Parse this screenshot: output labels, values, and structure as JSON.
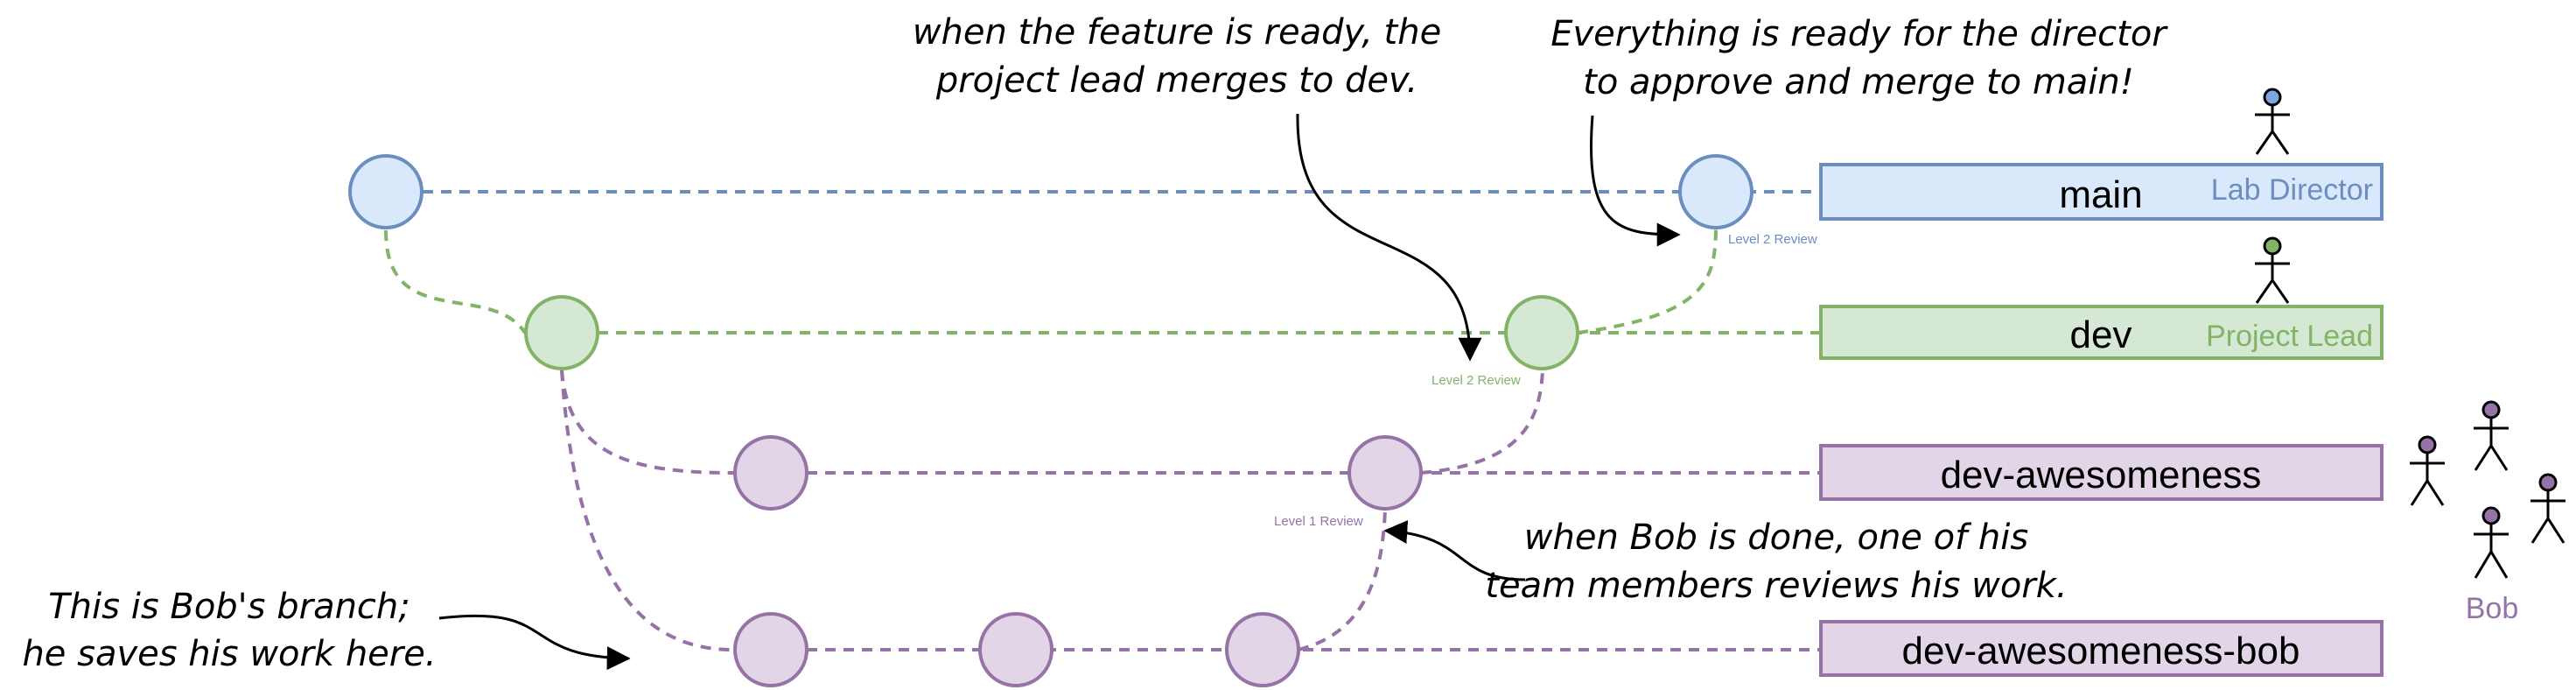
{
  "colors": {
    "main_stroke": "#6c8ebf",
    "main_fill": "#dae8fc",
    "dev_stroke": "#82b366",
    "dev_fill": "#d5e8d4",
    "feature_stroke": "#9673a6",
    "feature_fill": "#e1d5e7",
    "text": "#000000"
  },
  "branches": {
    "main": {
      "label": "main",
      "role": "Lab Director"
    },
    "dev": {
      "label": "dev",
      "role": "Project Lead"
    },
    "feature": {
      "label": "dev-awesomeness"
    },
    "bob": {
      "label": "dev-awesomeness-bob",
      "role": "Bob"
    }
  },
  "reviews": {
    "level2_main": "Level 2 Review",
    "level2_dev": "Level 2 Review",
    "level1": "Level 1 Review"
  },
  "notes": {
    "dev_merge": [
      "when the feature is ready, the",
      "project lead merges to dev."
    ],
    "main_merge": [
      "Everything is ready for the director",
      "to approve and merge to main!"
    ],
    "bob_branch": [
      "This is Bob's branch;",
      "he saves his work here."
    ],
    "bob_review": [
      "when Bob is done, one of his",
      "team members reviews his work."
    ]
  }
}
